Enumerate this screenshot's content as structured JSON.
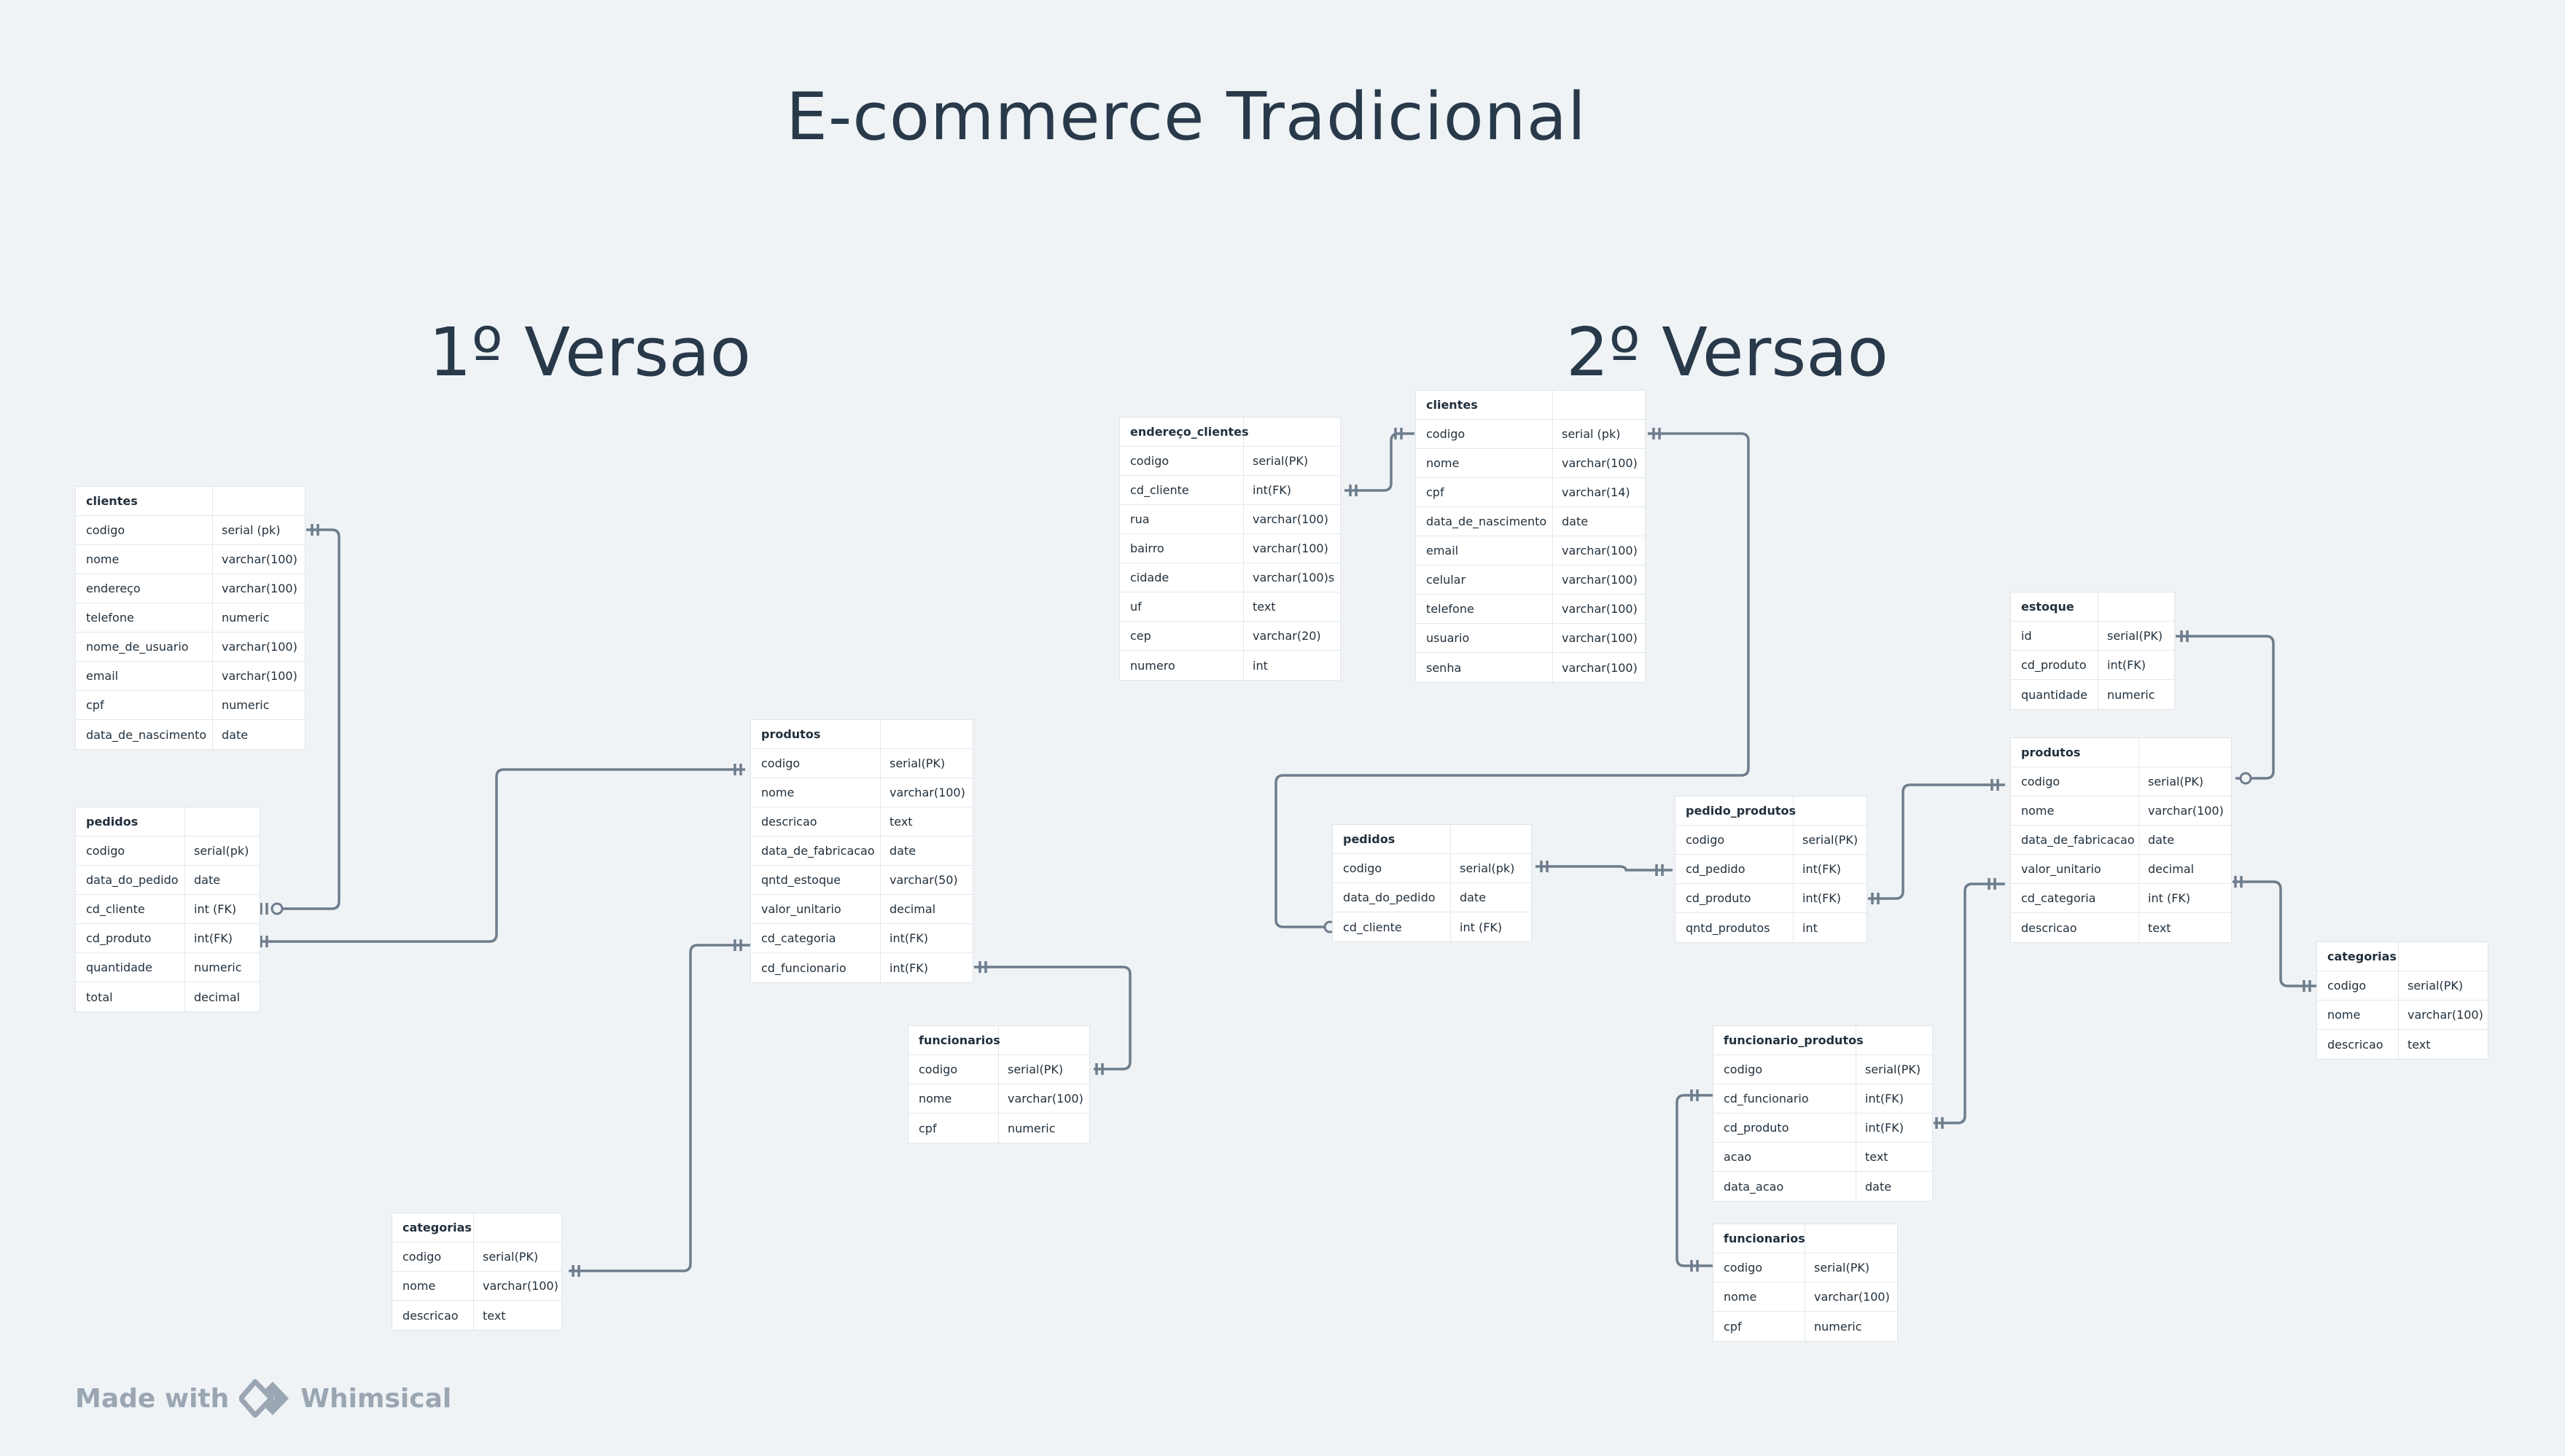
{
  "title": "E-commerce Tradicional",
  "v1_heading": "1º Versao",
  "v2_heading": "2º Versao",
  "footer": {
    "made_with": "Made with",
    "brand": "Whimsical"
  },
  "colors": {
    "background": "#eff3f6",
    "connector": "#6e7d8c",
    "title": "#28394a"
  },
  "v1": {
    "clientes": {
      "name": "clientes",
      "rows": [
        [
          "codigo",
          "serial (pk)"
        ],
        [
          "nome",
          "varchar(100)"
        ],
        [
          "endereço",
          "varchar(100)"
        ],
        [
          "telefone",
          "numeric"
        ],
        [
          "nome_de_usuario",
          "varchar(100)"
        ],
        [
          "email",
          "varchar(100)"
        ],
        [
          "cpf",
          "numeric"
        ],
        [
          "data_de_nascimento",
          "date"
        ]
      ]
    },
    "pedidos": {
      "name": "pedidos",
      "rows": [
        [
          "codigo",
          "serial(pk)"
        ],
        [
          "data_do_pedido",
          "date"
        ],
        [
          "cd_cliente",
          "int (FK)"
        ],
        [
          "cd_produto",
          "int(FK)"
        ],
        [
          "quantidade",
          "numeric"
        ],
        [
          "total",
          "decimal"
        ]
      ]
    },
    "produtos": {
      "name": "produtos",
      "rows": [
        [
          "codigo",
          "serial(PK)"
        ],
        [
          "nome",
          "varchar(100)"
        ],
        [
          "descricao",
          "text"
        ],
        [
          "data_de_fabricacao",
          "date"
        ],
        [
          "qntd_estoque",
          "varchar(50)"
        ],
        [
          "valor_unitario",
          "decimal"
        ],
        [
          "cd_categoria",
          "int(FK)"
        ],
        [
          "cd_funcionario",
          "int(FK)"
        ]
      ]
    },
    "funcionarios": {
      "name": "funcionarios",
      "rows": [
        [
          "codigo",
          "serial(PK)"
        ],
        [
          "nome",
          "varchar(100)"
        ],
        [
          "cpf",
          "numeric"
        ]
      ]
    },
    "categorias": {
      "name": "categorias",
      "rows": [
        [
          "codigo",
          "serial(PK)"
        ],
        [
          "nome",
          "varchar(100)"
        ],
        [
          "descricao",
          "text"
        ]
      ]
    }
  },
  "v2": {
    "endereco_clientes": {
      "name": "endereço_clientes",
      "rows": [
        [
          "codigo",
          "serial(PK)"
        ],
        [
          "cd_cliente",
          "int(FK)"
        ],
        [
          "rua",
          "varchar(100)"
        ],
        [
          "bairro",
          "varchar(100)"
        ],
        [
          "cidade",
          "varchar(100)s"
        ],
        [
          "uf",
          "text"
        ],
        [
          "cep",
          "varchar(20)"
        ],
        [
          "numero",
          "int"
        ]
      ]
    },
    "clientes": {
      "name": "clientes",
      "rows": [
        [
          "codigo",
          "serial (pk)"
        ],
        [
          "nome",
          "varchar(100)"
        ],
        [
          "cpf",
          "varchar(14)"
        ],
        [
          "data_de_nascimento",
          "date"
        ],
        [
          "email",
          "varchar(100)"
        ],
        [
          "celular",
          "varchar(100)"
        ],
        [
          "telefone",
          "varchar(100)"
        ],
        [
          "usuario",
          "varchar(100)"
        ],
        [
          "senha",
          "varchar(100)"
        ]
      ]
    },
    "estoque": {
      "name": "estoque",
      "rows": [
        [
          "id",
          "serial(PK)"
        ],
        [
          "cd_produto",
          "int(FK)"
        ],
        [
          "quantidade",
          "numeric"
        ]
      ]
    },
    "produtos": {
      "name": "produtos",
      "rows": [
        [
          "codigo",
          "serial(PK)"
        ],
        [
          "nome",
          "varchar(100)"
        ],
        [
          "data_de_fabricacao",
          "date"
        ],
        [
          "valor_unitario",
          "decimal"
        ],
        [
          "cd_categoria",
          "int (FK)"
        ],
        [
          "descricao",
          "text"
        ]
      ]
    },
    "pedidos": {
      "name": "pedidos",
      "rows": [
        [
          "codigo",
          "serial(pk)"
        ],
        [
          "data_do_pedido",
          "date"
        ],
        [
          "cd_cliente",
          "int (FK)"
        ]
      ]
    },
    "pedido_produtos": {
      "name": "pedido_produtos",
      "rows": [
        [
          "codigo",
          "serial(PK)"
        ],
        [
          "cd_pedido",
          "int(FK)"
        ],
        [
          "cd_produto",
          "int(FK)"
        ],
        [
          "qntd_produtos",
          "int"
        ]
      ]
    },
    "categorias": {
      "name": "categorias",
      "rows": [
        [
          "codigo",
          "serial(PK)"
        ],
        [
          "nome",
          "varchar(100)"
        ],
        [
          "descricao",
          "text"
        ]
      ]
    },
    "funcionario_produtos": {
      "name": "funcionario_produtos",
      "rows": [
        [
          "codigo",
          "serial(PK)"
        ],
        [
          "cd_funcionario",
          "int(FK)"
        ],
        [
          "cd_produto",
          "int(FK)"
        ],
        [
          "acao",
          "text"
        ],
        [
          "data_acao",
          "date"
        ]
      ]
    },
    "funcionarios": {
      "name": "funcionarios",
      "rows": [
        [
          "codigo",
          "serial(PK)"
        ],
        [
          "nome",
          "varchar(100)"
        ],
        [
          "cpf",
          "numeric"
        ]
      ]
    }
  }
}
